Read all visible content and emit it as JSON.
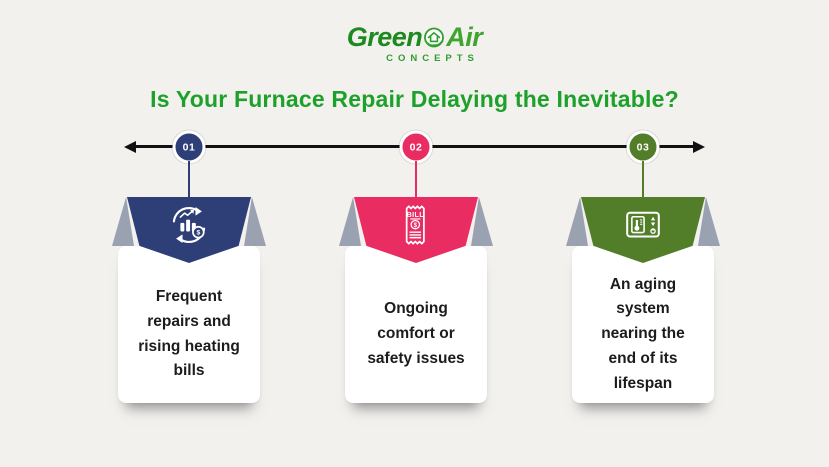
{
  "page": {
    "background": "#f2f1ee"
  },
  "logo": {
    "name_part1": "Green",
    "name_part2": "Air",
    "tagline": "CONCEPTS",
    "green_dark": "#1d8a1f",
    "green_light": "#3fa52f"
  },
  "title": {
    "text": "Is Your Furnace Repair Delaying the Inevitable?",
    "color": "#1ea12b"
  },
  "timeline": {
    "line_color": "#111111"
  },
  "fold_color": "#9aa1b0",
  "steps": [
    {
      "number": "01",
      "accent": "#2e3e76",
      "icon": "repair-cost-cycle-icon",
      "label": "Frequent repairs and rising heating bills"
    },
    {
      "number": "02",
      "accent": "#e92d63",
      "icon": "bill-receipt-icon",
      "label": "Ongoing comfort or safety issues"
    },
    {
      "number": "03",
      "accent": "#527e2a",
      "icon": "thermostat-icon",
      "label": "An aging system nearing the end of its lifespan"
    }
  ]
}
